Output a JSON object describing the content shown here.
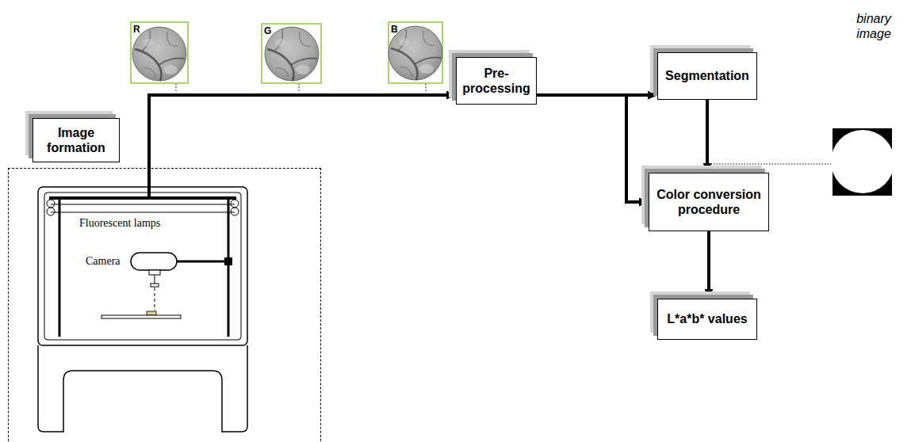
{
  "diagram": {
    "nodes": [
      {
        "text": [
          "Image formation"
        ]
      },
      {
        "text": [
          "Pre- processing"
        ]
      },
      {
        "text": [
          "Segmentation"
        ]
      },
      {
        "text": [
          "Color conversion procedure"
        ]
      },
      {
        "text": [
          "L*a*b* values"
        ]
      }
    ],
    "edges": [
      {
        "from": 0,
        "to": 1,
        "arrow": "to"
      },
      {
        "from": 1,
        "to": 2,
        "arrow": "to"
      },
      {
        "from": 1,
        "to": 3,
        "arrow": "to"
      },
      {
        "from": 2,
        "to": 3,
        "arrow": "to"
      },
      {
        "from": 3,
        "to": 4,
        "arrow": "to"
      }
    ],
    "labels": [
      "R",
      "G",
      "B",
      "binary image",
      "Fluorescent lamps",
      "Camera"
    ]
  }
}
